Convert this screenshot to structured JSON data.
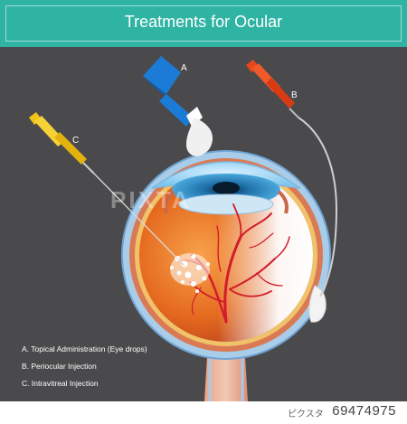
{
  "title": "Treatments for Ocular",
  "labels": {
    "a": "A",
    "b": "B",
    "c": "C"
  },
  "legend": [
    "A. Topical Administration (Eye drops)",
    "B. Periocular Injection",
    "C. Intravitreal Injection"
  ],
  "watermark": "PIXTA",
  "footer": {
    "brand": "ピクスタ",
    "stock_id": "69474975"
  },
  "colors": {
    "background": "#4a4a4c",
    "title_bar": "#2fb3a3",
    "dropper": "#1b7bd6",
    "syringe_b": "#e8471c",
    "syringe_c": "#f2c319"
  }
}
